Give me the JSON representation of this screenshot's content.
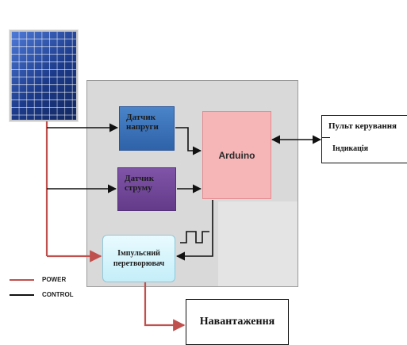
{
  "blocks": {
    "voltage_sensor": [
      "Датчик",
      "напруги"
    ],
    "current_sensor": [
      "Датчик",
      "струму"
    ],
    "controller": "Arduino",
    "converter": [
      "Імпульсний",
      "перетворювач"
    ],
    "remote_panel": {
      "title": "Пульт керування",
      "subtitle": "Індикація"
    },
    "load": "Навантаження"
  },
  "legend": [
    {
      "label": "POWER",
      "color": "#c0504d"
    },
    {
      "label": "CONTROL",
      "color": "#111111"
    }
  ],
  "colors": {
    "power": "#c0504d",
    "control": "#111111",
    "voltage_sensor": "#3a72bb",
    "current_sensor": "#7048a0",
    "controller": "#f6b6b8",
    "converter": "#d4f3fb"
  },
  "icons": {
    "panel": "solar-panel-icon",
    "pwm": "pwm-pulse-icon"
  }
}
